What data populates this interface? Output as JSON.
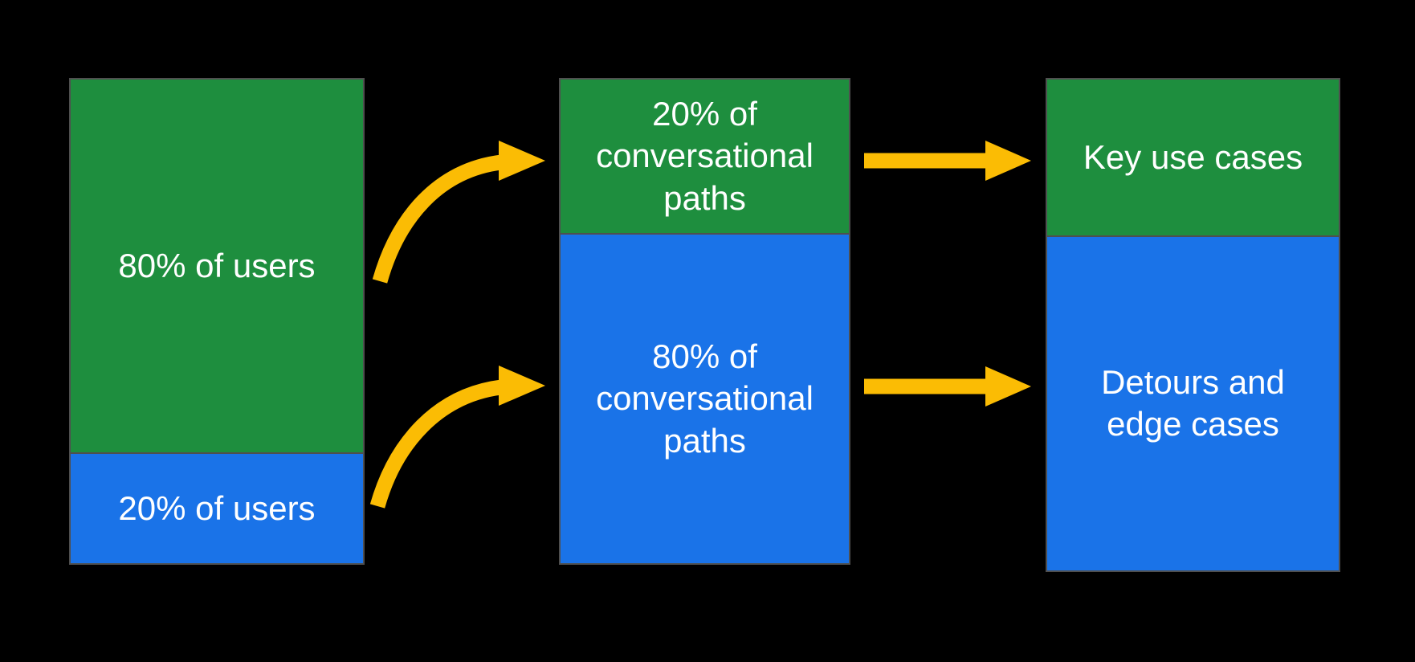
{
  "colors": {
    "bg": "#000000",
    "green": "#1E8E3E",
    "blue": "#1A73E8",
    "arrow": "#FBBC04",
    "border": "#4F4F4F",
    "text": "#FFFFFF"
  },
  "diagram": {
    "description": "Pareto-style flow: share of users vs share of conversational paths vs outcome types",
    "columns": [
      {
        "id": "users",
        "segments": [
          {
            "label": "80% of users",
            "color": "green",
            "height_pct": 77.4
          },
          {
            "label": "20% of users",
            "color": "blue",
            "height_pct": 22.6
          }
        ]
      },
      {
        "id": "conversational-paths",
        "segments": [
          {
            "label": "20% of\nconversational\npaths",
            "color": "green",
            "height_pct": 31.8
          },
          {
            "label": "80% of\nconversational\npaths",
            "color": "blue",
            "height_pct": 68.2
          }
        ]
      },
      {
        "id": "outcomes",
        "segments": [
          {
            "label": "Key use cases",
            "color": "green",
            "height_pct": 31.8
          },
          {
            "label": "Detours and\nedge cases",
            "color": "blue",
            "height_pct": 68.2
          }
        ]
      }
    ],
    "arrows": [
      {
        "id": "users-80-to-paths-20",
        "from": "80% of users",
        "to": "20% of conversational paths",
        "style": "curved"
      },
      {
        "id": "users-20-to-paths-80",
        "from": "20% of users",
        "to": "80% of conversational paths",
        "style": "curved"
      },
      {
        "id": "paths-20-to-key-use-cases",
        "from": "20% of conversational paths",
        "to": "Key use cases",
        "style": "straight"
      },
      {
        "id": "paths-80-to-detours",
        "from": "80% of conversational paths",
        "to": "Detours and edge cases",
        "style": "straight"
      }
    ]
  }
}
